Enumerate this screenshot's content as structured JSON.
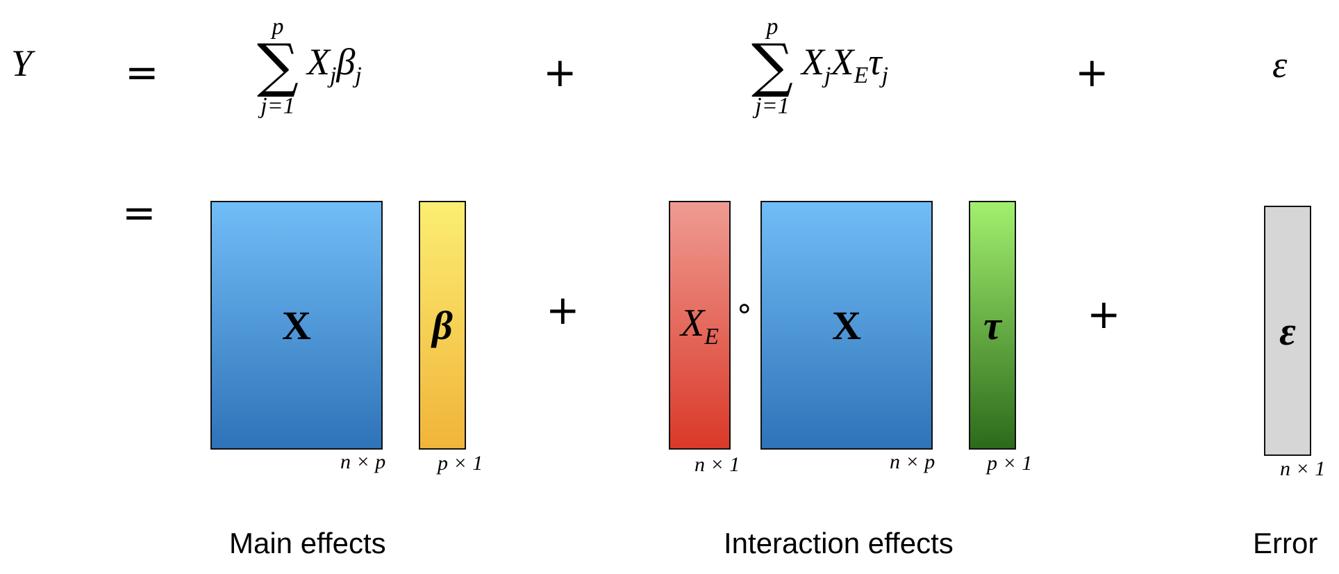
{
  "equation": {
    "lhs": "Y",
    "equals_top": "=",
    "equals_bottom": "=",
    "sum1": {
      "symbol": "∑",
      "upper": "p",
      "lower": "j=1",
      "term_html_parts": [
        "X",
        "j",
        "β",
        "j"
      ]
    },
    "plus1": "+",
    "sum2": {
      "symbol": "∑",
      "upper": "p",
      "lower": "j=1",
      "term_html_parts": [
        "X",
        "j",
        "X",
        "E",
        "τ",
        "j"
      ]
    },
    "plus2": "+",
    "error": "ε"
  },
  "matrices": {
    "X_main": {
      "label": "X",
      "dim": "n × p",
      "color_top": "#71bdf7",
      "color_bottom": "#2f73b8"
    },
    "beta": {
      "label": "β",
      "dim": "p × 1",
      "color_top": "#fbee72",
      "color_bottom": "#f1b43a"
    },
    "plus_a": "+",
    "XE": {
      "label": "X",
      "sub": "E",
      "dim": "n × 1",
      "color_top": "#ef9b92",
      "color_bottom": "#da3928"
    },
    "hadamard": "∘",
    "X_inter": {
      "label": "X",
      "dim": "n × p",
      "color_top": "#71bdf7",
      "color_bottom": "#2f73b8"
    },
    "tau": {
      "label": "τ",
      "dim": "p × 1",
      "color_top": "#a2f06e",
      "color_bottom": "#2c6a1b"
    },
    "plus_b": "+",
    "eps": {
      "label": "ε",
      "dim": "n × 1",
      "color": "#d6d6d6"
    }
  },
  "captions": {
    "main": "Main effects",
    "interaction": "Interaction effects",
    "error": "Error"
  }
}
